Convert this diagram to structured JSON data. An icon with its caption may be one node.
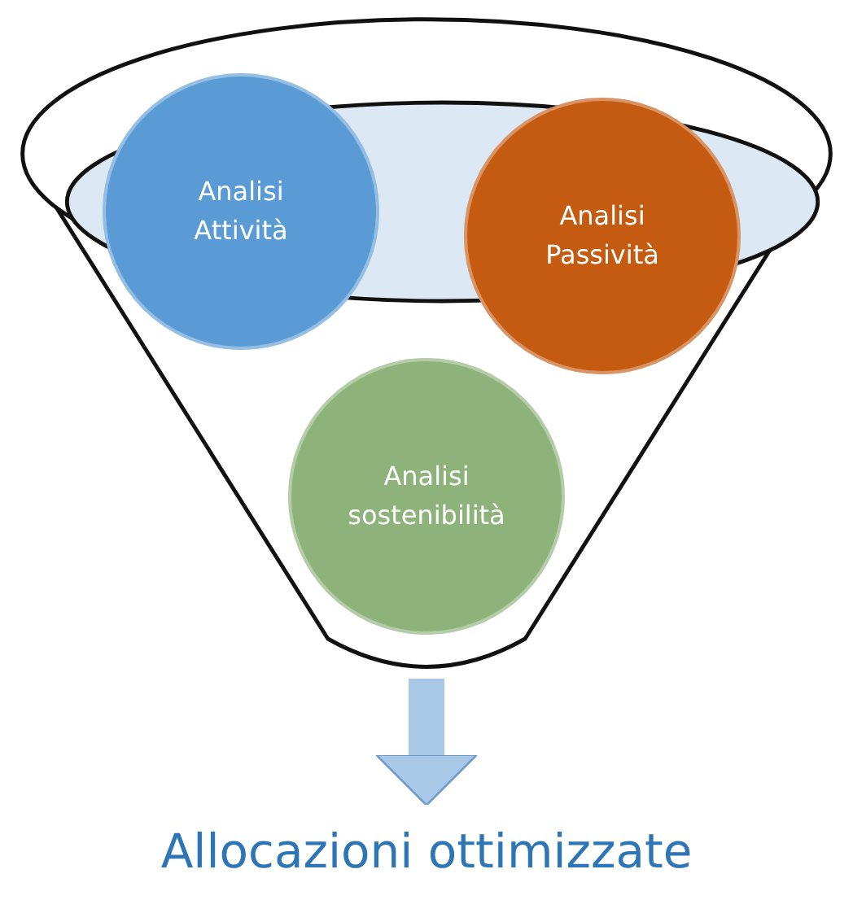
{
  "diagram": {
    "nodes": [
      {
        "text": [],
        "shape": "funnel"
      },
      {
        "text": [
          "Analisi Attività"
        ]
      },
      {
        "text": [
          "Analisi Passività"
        ]
      },
      {
        "text": [
          "Analisi sostenibilità"
        ],
        "in": 0
      },
      {
        "text": [
          "Allocazioni ottimizzate"
        ]
      }
    ],
    "edges": [
      {
        "from": 0,
        "to": 4,
        "arrow": "to"
      }
    ]
  }
}
